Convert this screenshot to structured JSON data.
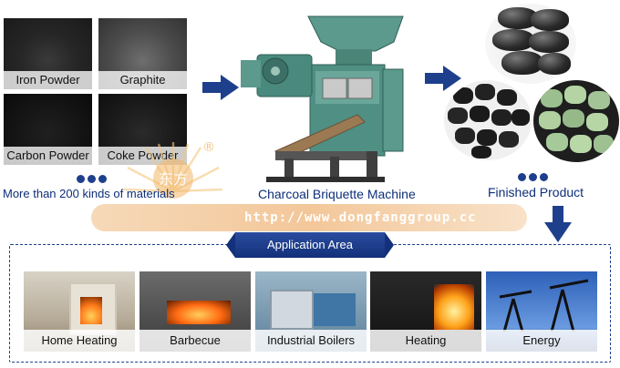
{
  "materials": {
    "items": [
      {
        "label": "Iron Powder"
      },
      {
        "label": "Graphite"
      },
      {
        "label": "Carbon Powder"
      },
      {
        "label": "Coke Powder"
      }
    ],
    "caption": "More than 200 kinds of materials"
  },
  "machine": {
    "caption": "Charcoal Briquette Machine"
  },
  "product": {
    "caption": "Finished Product"
  },
  "url": "http://www.dongfanggroup.cc",
  "application": {
    "title": "Application Area",
    "items": [
      {
        "label": "Home Heating"
      },
      {
        "label": "Barbecue"
      },
      {
        "label": "Industrial Boilers"
      },
      {
        "label": "Heating"
      },
      {
        "label": "Energy"
      }
    ]
  },
  "watermark": {
    "text": "东方",
    "mark": "®"
  },
  "colors": {
    "accent": "#1e3f8c",
    "band": "#f3c79a",
    "machine": "#4f8f84"
  }
}
